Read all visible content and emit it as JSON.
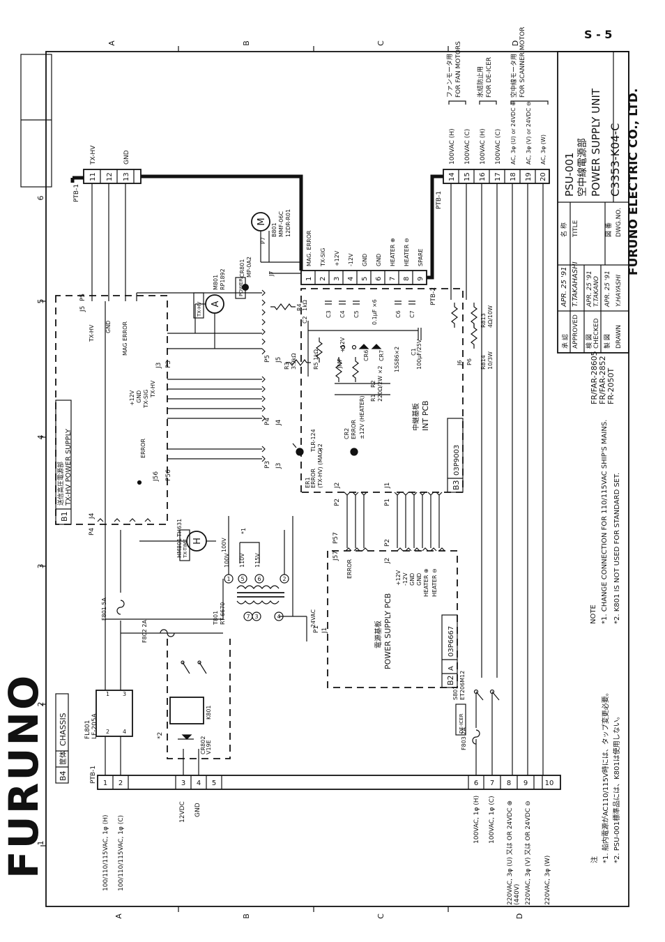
{
  "page": {
    "page_number": "S - 5",
    "brand_logo": "FURUNO",
    "company": "FURUNO ELECTRIC CO., LTD."
  },
  "grid": {
    "rows": [
      "A",
      "B",
      "C",
      "D"
    ],
    "cols": [
      "1",
      "2",
      "3",
      "4",
      "5",
      "6"
    ]
  },
  "title_block": {
    "approved_jp": "承 認",
    "approved_en": "APPROVED",
    "approved_date": "APR. 25 '91",
    "approved_sign": "T.TAKAHASHI",
    "checked_jp": "検 図",
    "checked_en": "CHECKED",
    "checked_date": "APR. 25 '91",
    "checked_sign": "T.TAKANO",
    "drawn_jp": "製 図",
    "drawn_en": "DRAWN",
    "drawn_date": "APR. 25 '91",
    "drawn_sign": "Y.HAYASHI",
    "name_jp": "名 称",
    "name_en": "TITLE",
    "title_line1": "PSU-001",
    "title_line2": "空中線電源部",
    "title_line3": "POWER SUPPLY UNIT",
    "dwg_jp": "図 番",
    "dwg_en": "DWG.NO.",
    "dwg_no": "C3353-K04-C",
    "models": [
      "FR/FAR-28605",
      "FR/FAR-2852",
      "FR-2050T"
    ]
  },
  "notes": {
    "note_label": "NOTE",
    "note1": "*1. CHANGE CONNECTION FOR 110/115VAC SHIP'S MAINS.",
    "note2": "*2. K801 IS NOT USED FOR STANDARD SET.",
    "jp_label": "注",
    "jp1": "*1. 船内電源がAC110/115V時には、タップ変更必要。",
    "jp2": "*2. PSU-001標準品には、K801は使用しない。"
  },
  "blocks": {
    "b4": "B4",
    "b4_jp": "筐体",
    "b4_en": "CHASSIS",
    "b1": "B1",
    "b1_jp": "送信高圧電源部",
    "b1_en": "TX-HV POWER SUPPLY",
    "b2": "B2",
    "b2_rev": "A",
    "b2_pn": "03P6667",
    "b2_jp": "電源基板",
    "b2_en": "POWER SUPPLY PCB",
    "b3": "B3",
    "b3_pn": "03P9003",
    "b3_jp": "中継基板",
    "b3_en": "INT PCB"
  },
  "terminals": {
    "ptb1_left_label": "PTB-1",
    "left": [
      {
        "no": "1",
        "signal": "100/110/115VAC, 1φ (H)"
      },
      {
        "no": "2",
        "signal": "100/110/115VAC, 1φ (C)"
      },
      {
        "no": "3",
        "signal": "12VDC"
      },
      {
        "no": "4",
        "signal": "GND"
      },
      {
        "no": "5",
        "signal": ""
      },
      {
        "no": "6",
        "signal": "100VAC, 1φ (H)"
      },
      {
        "no": "7",
        "signal": "100VAC, 1φ (C)"
      },
      {
        "no": "8",
        "signal": "220VAC, 3φ (U) 又は OR 24VDC ⊕"
      },
      {
        "no": "9",
        "signal": "220VAC, 3φ (V) 又は OR 24VDC ⊖"
      },
      {
        "no": "10",
        "signal": "220VAC, 3φ (W)"
      }
    ],
    "left_voltage_note": "(440V)",
    "ptb1_top_label": "PTB-1",
    "top": [
      {
        "no": "11",
        "signal": "TX-HV"
      },
      {
        "no": "12",
        "signal": ""
      },
      {
        "no": "13",
        "signal": "GND"
      }
    ],
    "ptb1_right_label": "PTB-1",
    "right": [
      {
        "no": "14",
        "signal": "100VAC (H)"
      },
      {
        "no": "15",
        "signal": "100VAC (C)"
      },
      {
        "no": "16",
        "signal": "100VAC (H)"
      },
      {
        "no": "17",
        "signal": "100VAC (C)"
      },
      {
        "no": "18",
        "signal": "AC, 3φ (U) or 24VDC ⊕"
      },
      {
        "no": "19",
        "signal": "AC, 3φ (V) or 24VDC ⊖"
      },
      {
        "no": "20",
        "signal": "AC, 3φ (W)"
      }
    ],
    "right_groups": [
      {
        "jp": "ファンモータ用",
        "en": "FOR FAN MOTORS"
      },
      {
        "jp": "氷結防止用",
        "en": "FOR DE-ICER"
      },
      {
        "jp": "空中線モータ用",
        "en": "FOR SCANNER MOTOR"
      }
    ],
    "ptb2_label": "PTB-2",
    "ptb2": [
      {
        "no": "1",
        "signal": "MAG. ERROR"
      },
      {
        "no": "2",
        "signal": "TX-SIG"
      },
      {
        "no": "3",
        "signal": "+12V"
      },
      {
        "no": "4",
        "signal": "-12V"
      },
      {
        "no": "5",
        "signal": "GND"
      },
      {
        "no": "6",
        "signal": "GND"
      },
      {
        "no": "7",
        "signal": "HEATER ⊕"
      },
      {
        "no": "8",
        "signal": "HEATER ⊖"
      },
      {
        "no": "9",
        "signal": "SPARE"
      }
    ]
  },
  "components": {
    "fl801": "FL801",
    "fl801_type": "LF-205A",
    "f801": "F801 5A",
    "f802": "F802 2A",
    "f803": "F803 2A",
    "k801": "K801",
    "cr802": "CR802",
    "cr802_type": "V19E",
    "k_note": "*2",
    "t801": "T801",
    "t801_type": "RT-6670",
    "t_taps": [
      "1",
      "2",
      "3",
      "4",
      "5",
      "6",
      "7"
    ],
    "tap_100": "100V",
    "tap_110": "110V",
    "tap_115": "115V",
    "tap_24": "24VAC",
    "tap_note": "*1",
    "s801": "S801",
    "s801_type": "ET206M12",
    "deicer": "DE-ICER",
    "hm801": "HM801",
    "hm801_type": "TH631",
    "hm_letter": "H",
    "tx_time": "TX-TIME",
    "m801": "M801",
    "m801_type": "RP1892",
    "m_letter": "A",
    "tx_hv_tag": "TX-HV",
    "cr801": "CR801",
    "cr801_type": "MP-0A2",
    "power_tag": "POWER",
    "b801": "B801",
    "b801_type": "MMF-06C",
    "b801_sub": "12DR-R01",
    "mot_letter": "M",
    "er1": "ER1",
    "er1_name": "ERROR",
    "er1_sub": "(TX-HV) (MAG)",
    "tlr": "TLR-124",
    "tlr_n": "×2",
    "cr2": "CR2",
    "cr2_name": "ERROR",
    "cr2_sub": "±12V (HEATER)",
    "r1": "R1",
    "r2": "R2",
    "r12_val": "220Ω/2W ×2",
    "r3": "R3",
    "r3_val": "3.9kΩ",
    "r4": "R4",
    "r4_val": "1kΩ",
    "r5": "R5 1kΩ",
    "c1": "C1",
    "c1_val": "100μF/25V",
    "c2": "C2",
    "c3": "C3",
    "c4": "C4",
    "c5": "C5",
    "c6": "C6",
    "c7": "C7",
    "c_val": "0.1μF ×6",
    "cr6": "CR6",
    "cr7": "CR7",
    "cr67_type": "1SS86×2",
    "jmp": "JMP",
    "jmp_plus": "+12V",
    "r813": "R813",
    "r813_val": "4Ω/10W",
    "r814": "R814",
    "r814_val": "10/3W",
    "ptb2": "PTB-2"
  },
  "connectors": {
    "j4": "J4",
    "p4": "P4",
    "j5": "J5",
    "p5": "P5",
    "j3": "J3",
    "p3": "P3",
    "j56": "J56",
    "p56": "P56",
    "j57": "J57",
    "p57": "P57",
    "j1": "J1",
    "p1": "P1",
    "j2": "J2",
    "p2": "P2",
    "j6": "J6",
    "p6": "P6",
    "j7": "J7",
    "p7": "P7",
    "b1_p5_pins": [
      "TX-HV",
      "GND",
      "MAG ERROR"
    ],
    "b1_p4_pins": [
      "TX-HV",
      "TX-SIG",
      "GND",
      "+12V"
    ],
    "b1_p56": "ERROR",
    "b2_j2_pins": [
      "+12V",
      "-12V",
      "GND",
      "GND",
      "HEATER ⊕",
      "HEATER ⊖"
    ],
    "b2_j57": "ERROR",
    "pin_nums": [
      "1",
      "2",
      "3",
      "4",
      "5",
      "6",
      "7",
      "8",
      "9"
    ]
  },
  "colors": {
    "ink": "#111111",
    "paper": "#ffffff"
  }
}
